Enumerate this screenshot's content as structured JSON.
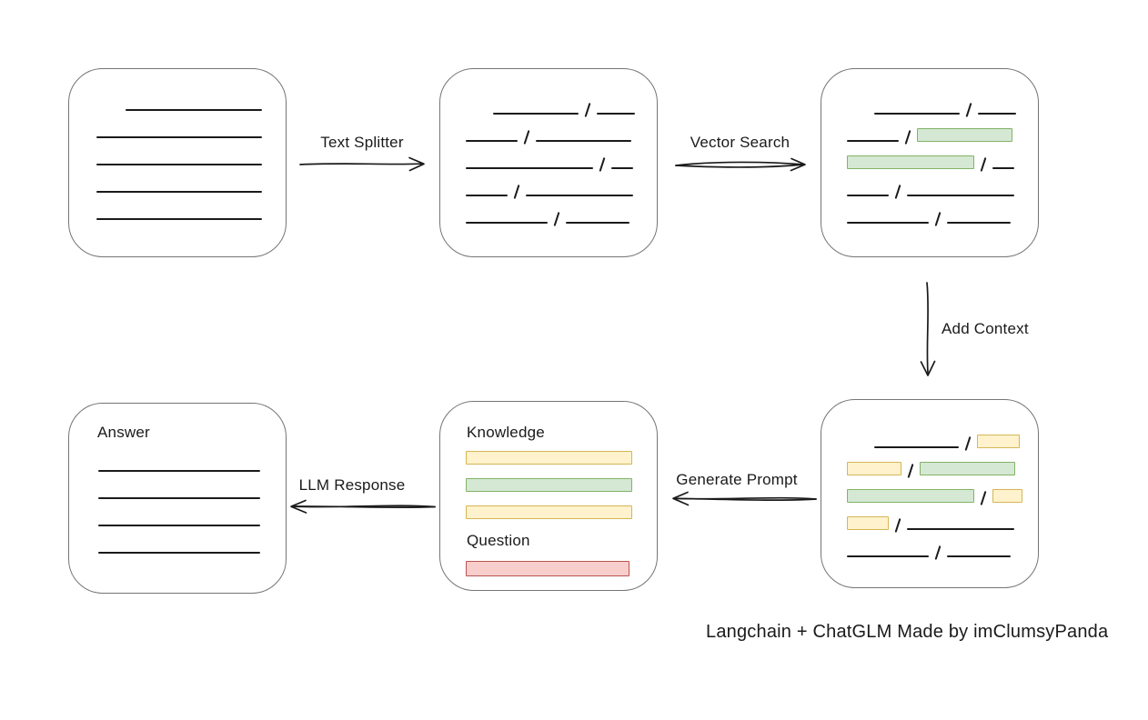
{
  "colors": {
    "ink": "#1a1a1a",
    "box_stroke": "#757575",
    "green_fill": "#d5e8d4",
    "green_stroke": "#82b366",
    "yellow_fill": "#fff2cc",
    "yellow_stroke": "#d6b656",
    "red_fill": "#f8cecc",
    "red_stroke": "#b85450"
  },
  "arrows": {
    "text_splitter": {
      "label": "Text Splitter"
    },
    "vector_search": {
      "label": "Vector Search"
    },
    "add_context": {
      "label": "Add Context"
    },
    "generate_prompt": {
      "label": "Generate Prompt"
    },
    "llm_response": {
      "label": "LLM Response"
    }
  },
  "caption": "Langchain + ChatGLM Made by imClumsyPanda",
  "boxes": {
    "document": {
      "rows": [
        {
          "indent": 32,
          "segs": [
            {
              "t": "line",
              "w": 150
            }
          ]
        },
        {
          "segs": [
            {
              "t": "line",
              "w": 182
            }
          ]
        },
        {
          "segs": [
            {
              "t": "line",
              "w": 182
            }
          ]
        },
        {
          "segs": [
            {
              "t": "line",
              "w": 182
            }
          ]
        },
        {
          "segs": [
            {
              "t": "line",
              "w": 182
            }
          ]
        }
      ]
    },
    "chunks": {
      "rows": [
        {
          "indent": 30,
          "segs": [
            {
              "t": "line",
              "w": 94
            },
            {
              "t": "slash"
            },
            {
              "t": "line",
              "w": 42
            }
          ]
        },
        {
          "segs": [
            {
              "t": "line",
              "w": 57
            },
            {
              "t": "slash"
            },
            {
              "t": "line",
              "w": 105
            }
          ]
        },
        {
          "segs": [
            {
              "t": "line",
              "w": 140
            },
            {
              "t": "slash"
            },
            {
              "t": "line",
              "w": 24
            }
          ]
        },
        {
          "segs": [
            {
              "t": "line",
              "w": 46
            },
            {
              "t": "slash"
            },
            {
              "t": "line",
              "w": 118
            }
          ]
        },
        {
          "segs": [
            {
              "t": "line",
              "w": 90
            },
            {
              "t": "slash"
            },
            {
              "t": "line",
              "w": 70
            }
          ]
        }
      ]
    },
    "matched_chunks": {
      "rows": [
        {
          "indent": 30,
          "segs": [
            {
              "t": "line",
              "w": 94
            },
            {
              "t": "slash"
            },
            {
              "t": "line",
              "w": 42
            }
          ]
        },
        {
          "segs": [
            {
              "t": "line",
              "w": 57
            },
            {
              "t": "slash"
            },
            {
              "t": "green",
              "w": 105
            }
          ]
        },
        {
          "segs": [
            {
              "t": "green",
              "w": 140
            },
            {
              "t": "slash"
            },
            {
              "t": "line",
              "w": 24
            }
          ]
        },
        {
          "segs": [
            {
              "t": "line",
              "w": 46
            },
            {
              "t": "slash"
            },
            {
              "t": "line",
              "w": 118
            }
          ]
        },
        {
          "segs": [
            {
              "t": "line",
              "w": 90
            },
            {
              "t": "slash"
            },
            {
              "t": "line",
              "w": 70
            }
          ]
        }
      ]
    },
    "context_chunks": {
      "rows": [
        {
          "indent": 30,
          "segs": [
            {
              "t": "line",
              "w": 93
            },
            {
              "t": "slash"
            },
            {
              "t": "yellow",
              "w": 47
            }
          ]
        },
        {
          "segs": [
            {
              "t": "yellow",
              "w": 60
            },
            {
              "t": "slash"
            },
            {
              "t": "green",
              "w": 105
            }
          ]
        },
        {
          "segs": [
            {
              "t": "green",
              "w": 140
            },
            {
              "t": "slash"
            },
            {
              "t": "yellow",
              "w": 33
            }
          ]
        },
        {
          "segs": [
            {
              "t": "yellow",
              "w": 46
            },
            {
              "t": "slash"
            },
            {
              "t": "line",
              "w": 118
            }
          ]
        },
        {
          "segs": [
            {
              "t": "line",
              "w": 90
            },
            {
              "t": "slash"
            },
            {
              "t": "line",
              "w": 70
            }
          ]
        }
      ]
    },
    "prompt": {
      "knowledge_label": "Knowledge",
      "question_label": "Question",
      "knowledge_bars": [
        {
          "segs": [
            {
              "t": "yellow",
              "w": 183
            }
          ]
        },
        {
          "segs": [
            {
              "t": "green",
              "w": 183
            }
          ]
        },
        {
          "segs": [
            {
              "t": "yellow",
              "w": 183
            }
          ]
        }
      ],
      "question_bar": [
        {
          "segs": [
            {
              "t": "red",
              "w": 180
            }
          ]
        }
      ]
    },
    "answer": {
      "label": "Answer",
      "rows": [
        {
          "segs": [
            {
              "t": "line",
              "w": 178
            }
          ]
        },
        {
          "segs": [
            {
              "t": "line",
              "w": 178
            }
          ]
        },
        {
          "segs": [
            {
              "t": "line",
              "w": 178
            }
          ]
        },
        {
          "segs": [
            {
              "t": "line",
              "w": 178
            }
          ]
        }
      ]
    }
  }
}
